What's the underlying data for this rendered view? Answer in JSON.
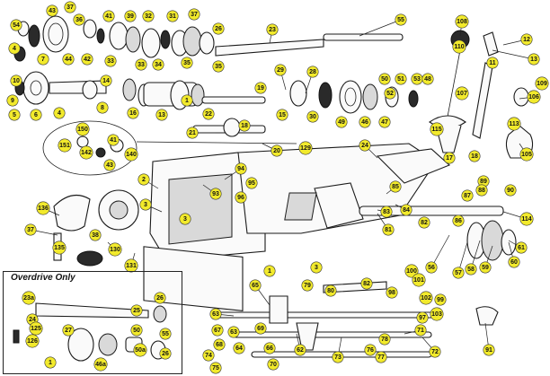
{
  "inset": {
    "title": "Overdrive Only"
  },
  "callouts": [
    {
      "id": "c54",
      "label": "54"
    },
    {
      "id": "c43",
      "label": "43"
    },
    {
      "id": "c36",
      "label": "36"
    },
    {
      "id": "c37a",
      "label": "37"
    },
    {
      "id": "c41",
      "label": "41"
    },
    {
      "id": "c39",
      "label": "39"
    },
    {
      "id": "c32",
      "label": "32"
    },
    {
      "id": "c31",
      "label": "31"
    },
    {
      "id": "c37b",
      "label": "37"
    },
    {
      "id": "c26a",
      "label": "26"
    },
    {
      "id": "c23",
      "label": "23"
    },
    {
      "id": "c55",
      "label": "55"
    },
    {
      "id": "c108",
      "label": "108"
    },
    {
      "id": "c110",
      "label": "110"
    },
    {
      "id": "c12",
      "label": "12"
    },
    {
      "id": "c13a",
      "label": "13"
    },
    {
      "id": "c4a",
      "label": "4"
    },
    {
      "id": "c7",
      "label": "7"
    },
    {
      "id": "c44",
      "label": "44"
    },
    {
      "id": "c42",
      "label": "42"
    },
    {
      "id": "c33",
      "label": "33"
    },
    {
      "id": "c34",
      "label": "34"
    },
    {
      "id": "c35",
      "label": "35"
    },
    {
      "id": "c109",
      "label": "109"
    },
    {
      "id": "c33b",
      "label": "33"
    },
    {
      "id": "c35b",
      "label": "35"
    },
    {
      "id": "c10",
      "label": "10"
    },
    {
      "id": "c9",
      "label": "9"
    },
    {
      "id": "c6",
      "label": "6"
    },
    {
      "id": "c5",
      "label": "5"
    },
    {
      "id": "c4b",
      "label": "4"
    },
    {
      "id": "c8",
      "label": "8"
    },
    {
      "id": "c14",
      "label": "14"
    },
    {
      "id": "c16",
      "label": "16"
    },
    {
      "id": "c13b",
      "label": "13"
    },
    {
      "id": "c22",
      "label": "22"
    },
    {
      "id": "c18",
      "label": "18"
    },
    {
      "id": "c29",
      "label": "29"
    },
    {
      "id": "c28",
      "label": "28"
    },
    {
      "id": "c30",
      "label": "30"
    },
    {
      "id": "c50",
      "label": "50"
    },
    {
      "id": "c52",
      "label": "52"
    },
    {
      "id": "c51",
      "label": "51"
    },
    {
      "id": "c53",
      "label": "53"
    },
    {
      "id": "c48",
      "label": "48"
    },
    {
      "id": "c49",
      "label": "49"
    },
    {
      "id": "c46",
      "label": "46"
    },
    {
      "id": "c47",
      "label": "47"
    },
    {
      "id": "c11",
      "label": "11"
    },
    {
      "id": "c107",
      "label": "107"
    },
    {
      "id": "c106",
      "label": "106"
    },
    {
      "id": "c113",
      "label": "113"
    },
    {
      "id": "c115",
      "label": "115"
    },
    {
      "id": "c105",
      "label": "105"
    },
    {
      "id": "c15",
      "label": "15"
    },
    {
      "id": "c19",
      "label": "19"
    },
    {
      "id": "c1a",
      "label": "1"
    },
    {
      "id": "c150",
      "label": "150"
    },
    {
      "id": "c41b",
      "label": "41"
    },
    {
      "id": "c151",
      "label": "151"
    },
    {
      "id": "c142",
      "label": "142"
    },
    {
      "id": "c140",
      "label": "140"
    },
    {
      "id": "c43b",
      "label": "43"
    },
    {
      "id": "c21",
      "label": "21"
    },
    {
      "id": "c20",
      "label": "20"
    },
    {
      "id": "c129",
      "label": "129"
    },
    {
      "id": "c24",
      "label": "24"
    },
    {
      "id": "c17",
      "label": "17"
    },
    {
      "id": "c18b",
      "label": "18"
    },
    {
      "id": "c94",
      "label": "94"
    },
    {
      "id": "c95",
      "label": "95"
    },
    {
      "id": "c93",
      "label": "93"
    },
    {
      "id": "c89",
      "label": "89"
    },
    {
      "id": "c88",
      "label": "88"
    },
    {
      "id": "c90",
      "label": "90"
    },
    {
      "id": "c87",
      "label": "87"
    },
    {
      "id": "c86",
      "label": "86"
    },
    {
      "id": "c85",
      "label": "85"
    },
    {
      "id": "c84",
      "label": "84"
    },
    {
      "id": "c83",
      "label": "83"
    },
    {
      "id": "c82",
      "label": "82"
    },
    {
      "id": "c81",
      "label": "81"
    },
    {
      "id": "c114",
      "label": "114"
    },
    {
      "id": "c96",
      "label": "96"
    },
    {
      "id": "c2",
      "label": "2"
    },
    {
      "id": "c3a",
      "label": "3"
    },
    {
      "id": "c3b",
      "label": "3"
    },
    {
      "id": "c136",
      "label": "136"
    },
    {
      "id": "c38",
      "label": "38"
    },
    {
      "id": "c37c",
      "label": "37"
    },
    {
      "id": "c135",
      "label": "135"
    },
    {
      "id": "c130",
      "label": "130"
    },
    {
      "id": "c131",
      "label": "131"
    },
    {
      "id": "c1b",
      "label": "1"
    },
    {
      "id": "c3c",
      "label": "3"
    },
    {
      "id": "c56",
      "label": "56"
    },
    {
      "id": "c57",
      "label": "57"
    },
    {
      "id": "c58",
      "label": "58"
    },
    {
      "id": "c59",
      "label": "59"
    },
    {
      "id": "c60",
      "label": "60"
    },
    {
      "id": "c61",
      "label": "61"
    },
    {
      "id": "c65",
      "label": "65"
    },
    {
      "id": "c79",
      "label": "79"
    },
    {
      "id": "c80",
      "label": "80"
    },
    {
      "id": "c82b",
      "label": "82"
    },
    {
      "id": "c98",
      "label": "98"
    },
    {
      "id": "c100",
      "label": "100"
    },
    {
      "id": "c101",
      "label": "101"
    },
    {
      "id": "c99",
      "label": "99"
    },
    {
      "id": "c102",
      "label": "102"
    },
    {
      "id": "c103",
      "label": "103"
    },
    {
      "id": "c97",
      "label": "97"
    },
    {
      "id": "c78",
      "label": "78"
    },
    {
      "id": "c76",
      "label": "76"
    },
    {
      "id": "c71",
      "label": "71"
    },
    {
      "id": "c72",
      "label": "72"
    },
    {
      "id": "c77",
      "label": "77"
    },
    {
      "id": "c73",
      "label": "73"
    },
    {
      "id": "c63",
      "label": "63"
    },
    {
      "id": "c67",
      "label": "67"
    },
    {
      "id": "c68",
      "label": "68"
    },
    {
      "id": "c69",
      "label": "69"
    },
    {
      "id": "c66",
      "label": "66"
    },
    {
      "id": "c62",
      "label": "62"
    },
    {
      "id": "c70",
      "label": "70"
    },
    {
      "id": "c74",
      "label": "74"
    },
    {
      "id": "c75",
      "label": "75"
    },
    {
      "id": "c91",
      "label": "91"
    },
    {
      "id": "c23a",
      "label": "23a"
    },
    {
      "id": "c26b",
      "label": "26"
    },
    {
      "id": "c25",
      "label": "25"
    },
    {
      "id": "c24b",
      "label": "24"
    },
    {
      "id": "c126",
      "label": "126"
    },
    {
      "id": "c125",
      "label": "125"
    },
    {
      "id": "c27",
      "label": "27"
    },
    {
      "id": "c46a",
      "label": "46a"
    },
    {
      "id": "c50b",
      "label": "50"
    },
    {
      "id": "c50a",
      "label": "50a"
    },
    {
      "id": "c55b",
      "label": "55"
    },
    {
      "id": "c26c",
      "label": "26"
    },
    {
      "id": "c1c",
      "label": "1"
    },
    {
      "id": "c63b",
      "label": "63"
    },
    {
      "id": "c64",
      "label": "64"
    }
  ]
}
